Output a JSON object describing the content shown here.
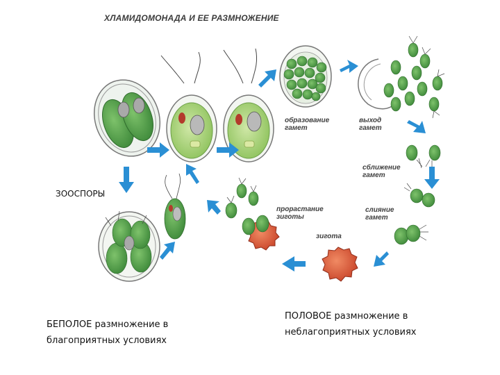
{
  "title": "ХЛАМИДОМОНАДА И ЕЕ РАЗМНОЖЕНИЕ",
  "labels": {
    "gamete_formation": [
      "образование",
      "гамет"
    ],
    "gamete_exit": [
      "выход",
      "гамет"
    ],
    "gamete_approach": [
      "сближение",
      "гамет"
    ],
    "gamete_fusion": [
      "слияние",
      "гамет"
    ],
    "zygote": "зигота",
    "zygote_germination": [
      "прорастание",
      "зиготы"
    ]
  },
  "zoospores_label": "ЗООСПОРЫ",
  "asexual_caption": [
    "БЕПОЛОЕ размножение в",
    "благоприятных условиях"
  ],
  "sexual_caption": [
    "ПОЛОВОЕ размножение в",
    "неблагоприятных условиях"
  ],
  "colors": {
    "arrow": "#2a8fd4",
    "cell_green": "#4f9a45",
    "zygote_red": "#d65a3a"
  }
}
